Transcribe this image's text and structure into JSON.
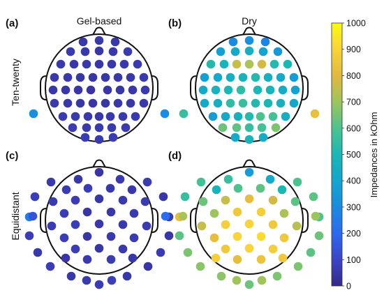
{
  "figure": {
    "column_titles": [
      "Gel-based",
      "Dry"
    ],
    "row_titles": [
      "Ten-twenty",
      "Equidistant"
    ],
    "panels": [
      {
        "label": "(a)",
        "layout": "ten-twenty",
        "condition": "Gel-based"
      },
      {
        "label": "(b)",
        "layout": "ten-twenty",
        "condition": "Dry"
      },
      {
        "label": "(c)",
        "layout": "equidistant",
        "condition": "Gel-based"
      },
      {
        "label": "(d)",
        "layout": "equidistant",
        "condition": "Dry"
      }
    ],
    "colorbar": {
      "label": "Impedances in kOhm",
      "ticks": [
        "0",
        "100",
        "200",
        "300",
        "400",
        "500",
        "600",
        "700",
        "800",
        "900",
        "1000"
      ],
      "min": 0,
      "max": 1000,
      "colormap": "viridis-like (dark blue to yellow)"
    }
  }
}
